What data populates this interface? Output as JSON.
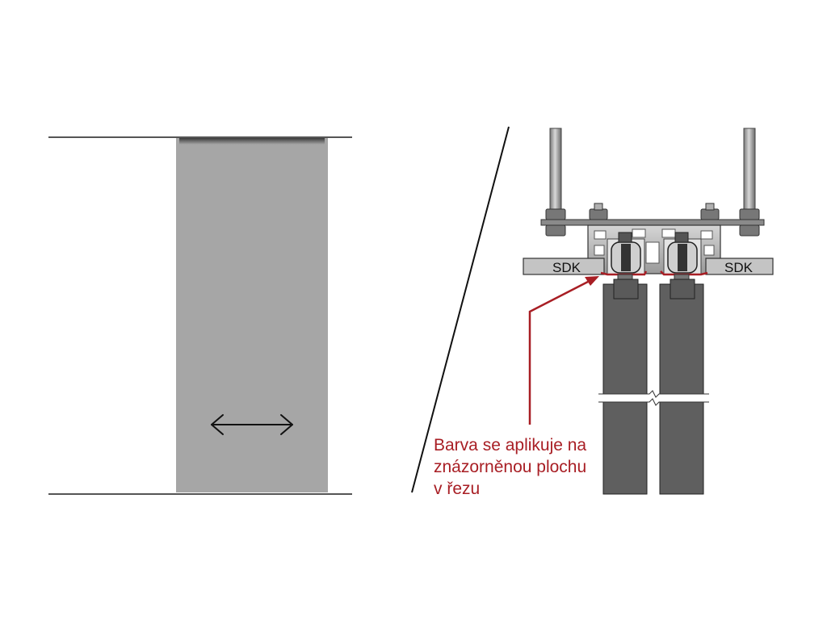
{
  "labels": {
    "sdk_left": "SDK",
    "sdk_right": "SDK"
  },
  "annotation": {
    "line1": "Barva se aplikuje na",
    "line2": "znázorněnou plochu",
    "line3": "v řezu"
  },
  "colors": {
    "accent": "#a81e24",
    "door_front": "#a6a6a6",
    "door_section": "#5f5f5f",
    "sdk_board": "#c4c4c4",
    "metal": "#9a9a9a"
  },
  "icons": {
    "slide_direction": "double-arrow-horizontal-icon"
  }
}
